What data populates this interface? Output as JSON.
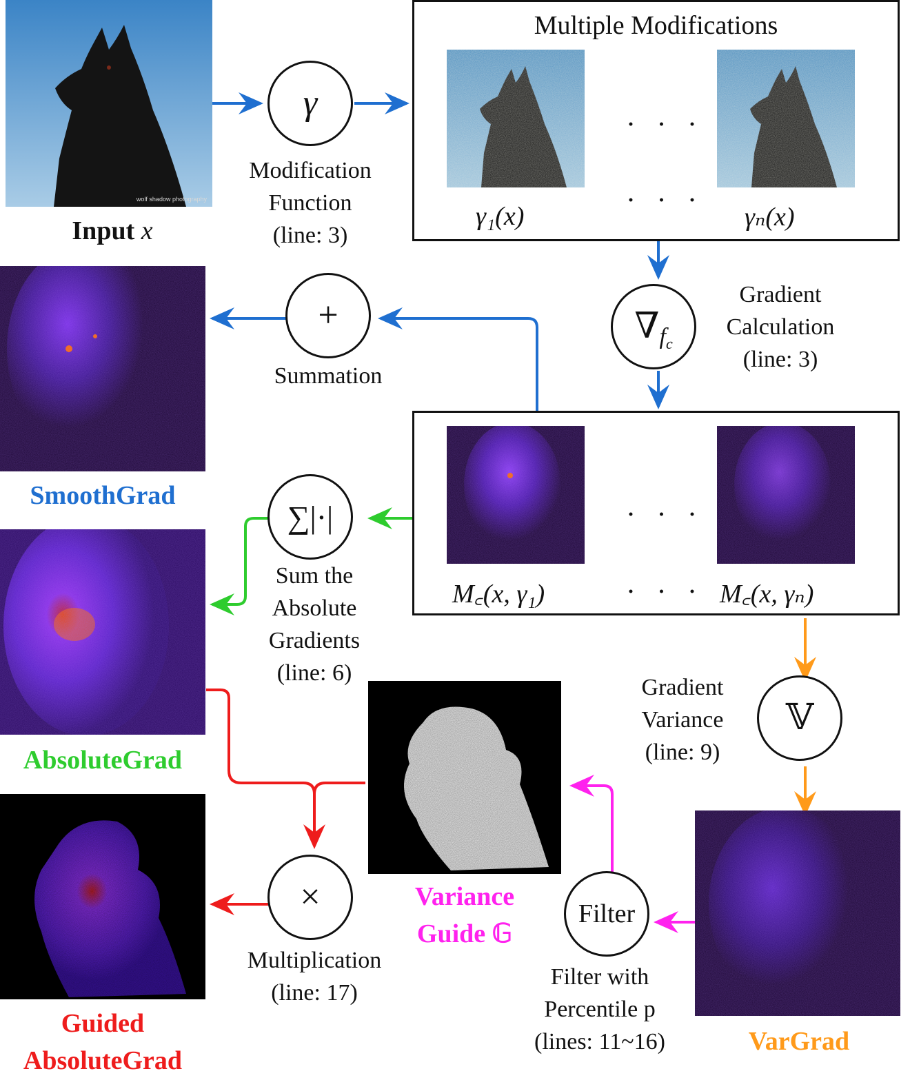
{
  "colors": {
    "blue": "#1f6fd0",
    "green": "#2ecc2e",
    "red": "#ee1c1c",
    "magenta": "#ff22ee",
    "orange": "#ff9a1a",
    "heat_bg": "#1a0530",
    "heat_mid": "#5a1fc8",
    "heat_hot": "#ff6a00"
  },
  "input": {
    "label": "Input",
    "var": "x",
    "watermark": "wolf shadow photography"
  },
  "modification": {
    "symbol": "γ",
    "label": [
      "Modification",
      "Function",
      "(line: 3)"
    ]
  },
  "modifications_box": {
    "title": "Multiple Modifications",
    "first": "γ₁(x)",
    "last": "γₙ(x)",
    "dots": "· · ·"
  },
  "gradient": {
    "symbol": "∇",
    "sub": "f",
    "sub2": "c",
    "label": [
      "Gradient",
      "Calculation",
      "(line: 3)"
    ]
  },
  "maps_box": {
    "first": "M꜀(x, γ₁)",
    "last": "M꜀(x, γₙ)",
    "dots": "· · ·"
  },
  "summation": {
    "symbol": "+",
    "label": "Summation"
  },
  "abs_sum": {
    "symbol": "∑|·|",
    "label": [
      "Sum the",
      "Absolute",
      "Gradients",
      "(line: 6)"
    ]
  },
  "variance": {
    "symbol": "𝕍",
    "label": [
      "Gradient",
      "Variance",
      "(line: 9)"
    ]
  },
  "filter": {
    "symbol": "Filter",
    "label": [
      "Filter with",
      "Percentile p",
      "(lines: 11~16)"
    ]
  },
  "multiplication": {
    "symbol": "×",
    "label": [
      "Multiplication",
      "(line: 17)"
    ]
  },
  "outputs": {
    "smoothgrad": "SmoothGrad",
    "absolutegrad": "AbsoluteGrad",
    "guided": [
      "Guided",
      "AbsoluteGrad"
    ],
    "variance_guide": [
      "Variance",
      "Guide 𝔾"
    ],
    "vargrad": "VarGrad"
  }
}
